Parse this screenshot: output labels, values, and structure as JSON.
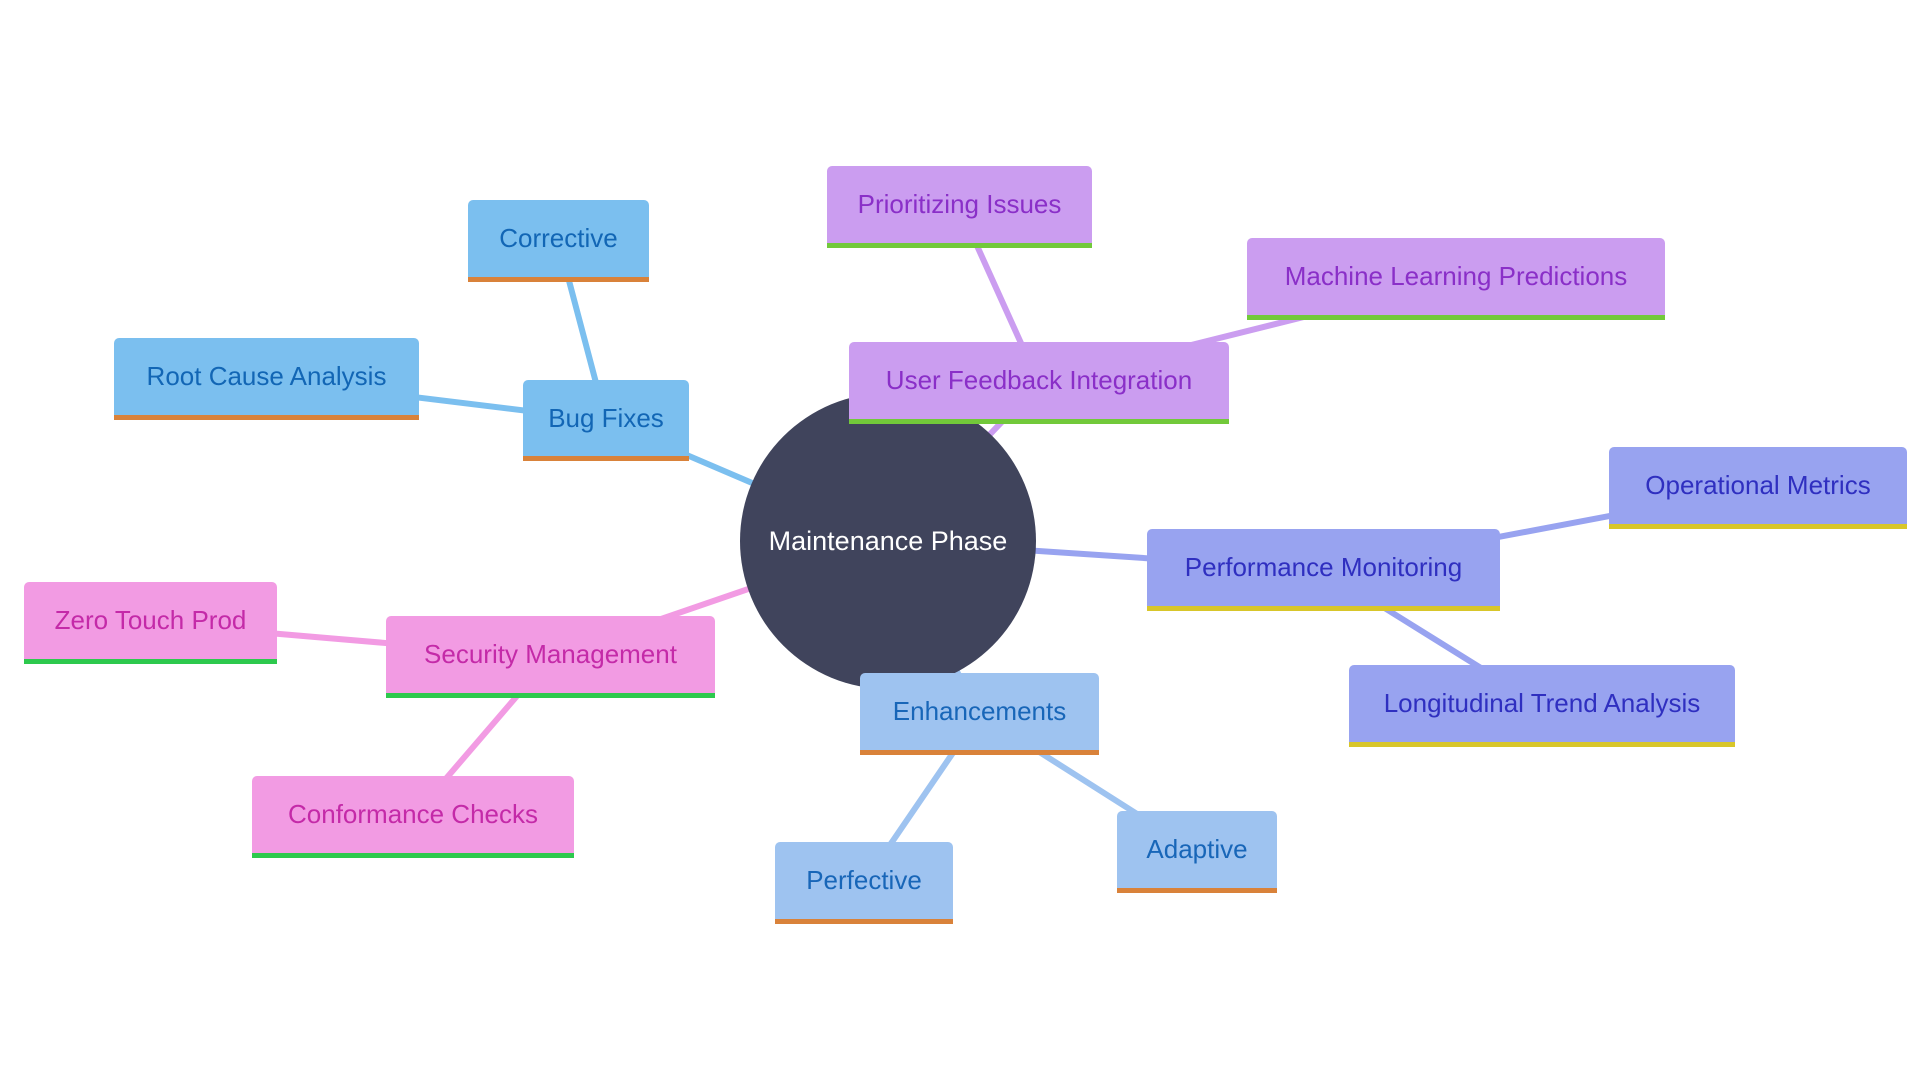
{
  "colors": {
    "background": "#ffffff",
    "center_fill": "#40445c",
    "center_text": "#ffffff"
  },
  "center": {
    "label": "Maintenance Phase"
  },
  "branches": [
    {
      "id": "bug-fixes",
      "label": "Bug Fixes",
      "fill": "#7bbfef",
      "text": "#1266b5",
      "accent": "#d9823a",
      "line": "#7bbfef",
      "children": [
        {
          "id": "corrective",
          "label": "Corrective"
        },
        {
          "id": "root-cause-analysis",
          "label": "Root Cause Analysis"
        }
      ]
    },
    {
      "id": "user-feedback-integration",
      "label": "User Feedback Integration",
      "fill": "#cb9df0",
      "text": "#8a2fc8",
      "accent": "#72c93a",
      "line": "#cb9df0",
      "children": [
        {
          "id": "prioritizing-issues",
          "label": "Prioritizing Issues"
        },
        {
          "id": "machine-learning-predictions",
          "label": "Machine Learning Predictions"
        }
      ]
    },
    {
      "id": "performance-monitoring",
      "label": "Performance Monitoring",
      "fill": "#98a3f0",
      "text": "#2f2fc0",
      "accent": "#d8c62a",
      "line": "#98a3f0",
      "children": [
        {
          "id": "operational-metrics",
          "label": "Operational Metrics"
        },
        {
          "id": "longitudinal-trend-analysis",
          "label": "Longitudinal Trend Analysis"
        }
      ]
    },
    {
      "id": "enhancements",
      "label": "Enhancements",
      "fill": "#9ec3f0",
      "text": "#1866b8",
      "accent": "#d9823a",
      "line": "#9ec3f0",
      "children": [
        {
          "id": "perfective",
          "label": "Perfective"
        },
        {
          "id": "adaptive",
          "label": "Adaptive"
        }
      ]
    },
    {
      "id": "security-management",
      "label": "Security Management",
      "fill": "#f29be3",
      "text": "#c42aa8",
      "accent": "#2dc94d",
      "line": "#f29be3",
      "children": [
        {
          "id": "zero-touch-prod",
          "label": "Zero Touch Prod"
        },
        {
          "id": "conformance-checks",
          "label": "Conformance Checks"
        }
      ]
    }
  ]
}
